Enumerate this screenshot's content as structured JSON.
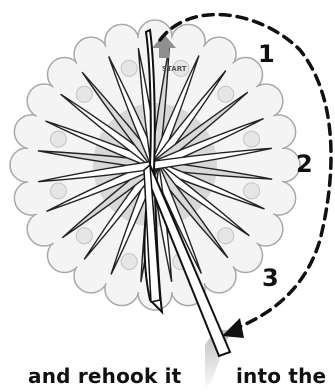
{
  "illustration": {
    "start_label": "START",
    "steps": [
      "1",
      "2",
      "3"
    ],
    "caption_left": "and rehook it",
    "caption_right": "into the",
    "colors": {
      "loom_fill": "#f1f1f1",
      "loom_outline": "#9a9a9a",
      "inner_ring": "#cfcfcf",
      "band_fill": "#c9c9c9",
      "string_fill": "#ffffff",
      "string_outline": "#111111",
      "arrow_gray": "#8a8a8a"
    },
    "icons": [
      "up-arrow-icon",
      "curved-dashed-arrow-icon"
    ]
  }
}
